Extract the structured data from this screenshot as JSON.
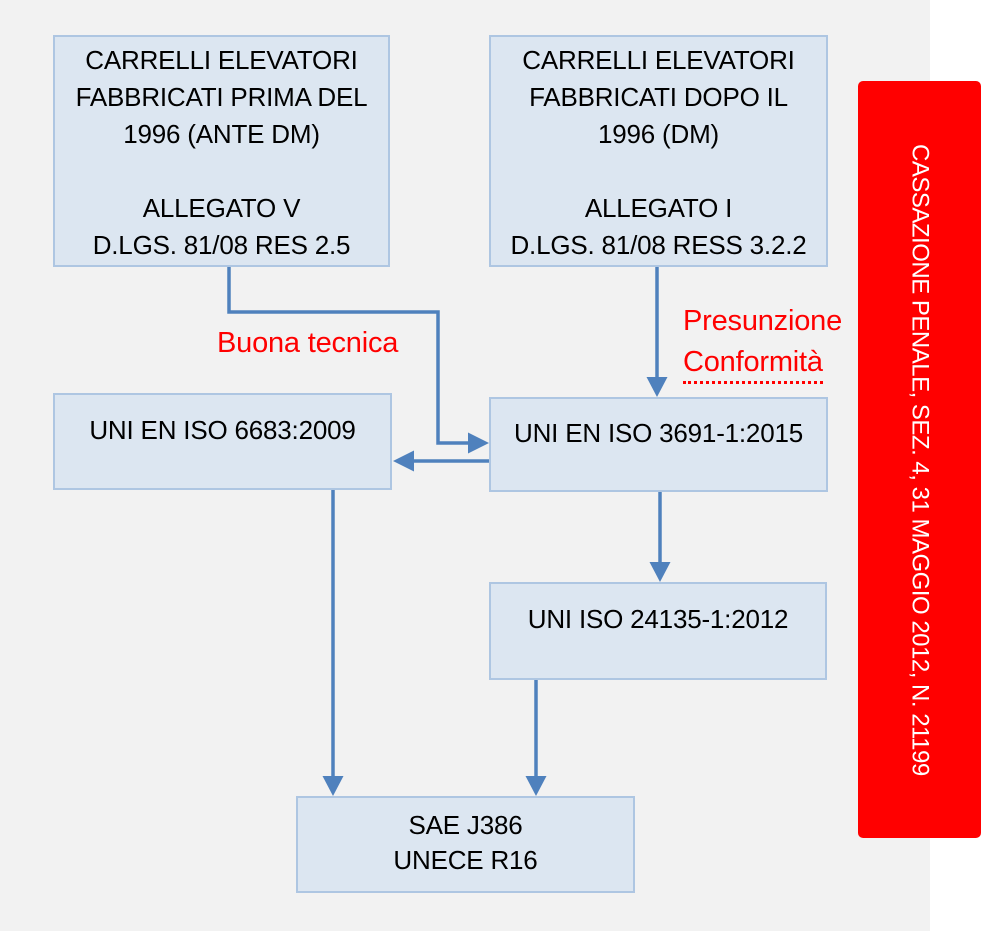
{
  "diagram": {
    "boxes": {
      "ante_dm": {
        "lines": [
          "CARRELLI ELEVATORI",
          "FABBRICATI PRIMA DEL",
          "1996 (ANTE DM)",
          "",
          "ALLEGATO V",
          "D.LGS. 81/08 RES 2.5"
        ]
      },
      "post_dm": {
        "lines": [
          "CARRELLI ELEVATORI",
          "FABBRICATI DOPO IL",
          "1996 (DM)",
          "",
          "ALLEGATO I",
          "D.LGS. 81/08 RESS 3.2.2"
        ]
      },
      "iso_6683": {
        "label": "UNI EN ISO 6683:2009"
      },
      "iso_3691": {
        "label": "UNI EN ISO 3691-1:2015"
      },
      "iso_24135": {
        "label": "UNI ISO 24135-1:2012"
      },
      "sae_unece": {
        "lines": [
          "SAE J386",
          "UNECE R16"
        ]
      }
    },
    "edge_labels": {
      "buona_tecnica": "Buona tecnica",
      "presunzione": "Presunzione",
      "conformita": "Conformità"
    },
    "sidebar": {
      "text": "CASSAZIONE PENALE, SEZ. 4, 31 MAGGIO 2012, N. 21199"
    },
    "colors": {
      "background": "#f2f2f2",
      "right_strip": "#ffffff",
      "box_fill": "#dce6f1",
      "box_border": "#aec6e2",
      "arrow": "#4f81bd",
      "accent_red": "#ff0000",
      "sidebar_text": "#ffffff",
      "box_text": "#000000"
    }
  }
}
